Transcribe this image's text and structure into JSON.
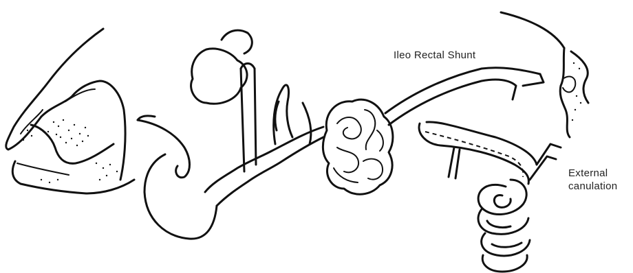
{
  "labels": {
    "shunt": "Ileo Rectal Shunt",
    "external_line1": "External",
    "external_line2": "canulation"
  }
}
